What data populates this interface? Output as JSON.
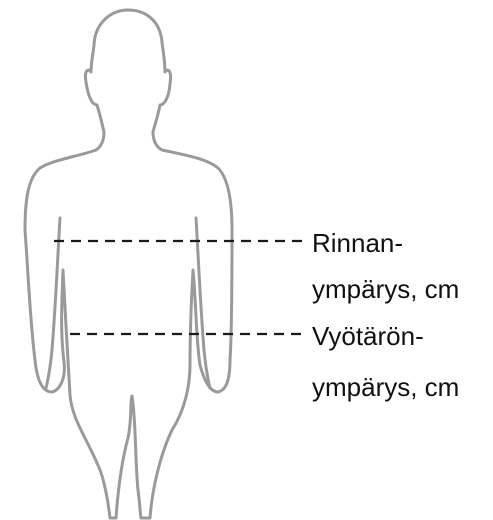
{
  "measurements": {
    "chest": {
      "line1": "Rinnan-",
      "line2": "ympärys, cm"
    },
    "waist": {
      "line1": "Vyötärön-",
      "line2": "ympärys, cm"
    }
  },
  "colors": {
    "outline": "#9a9a9a",
    "dash": "#1a1a1a",
    "text": "#111111",
    "background": "#ffffff"
  }
}
